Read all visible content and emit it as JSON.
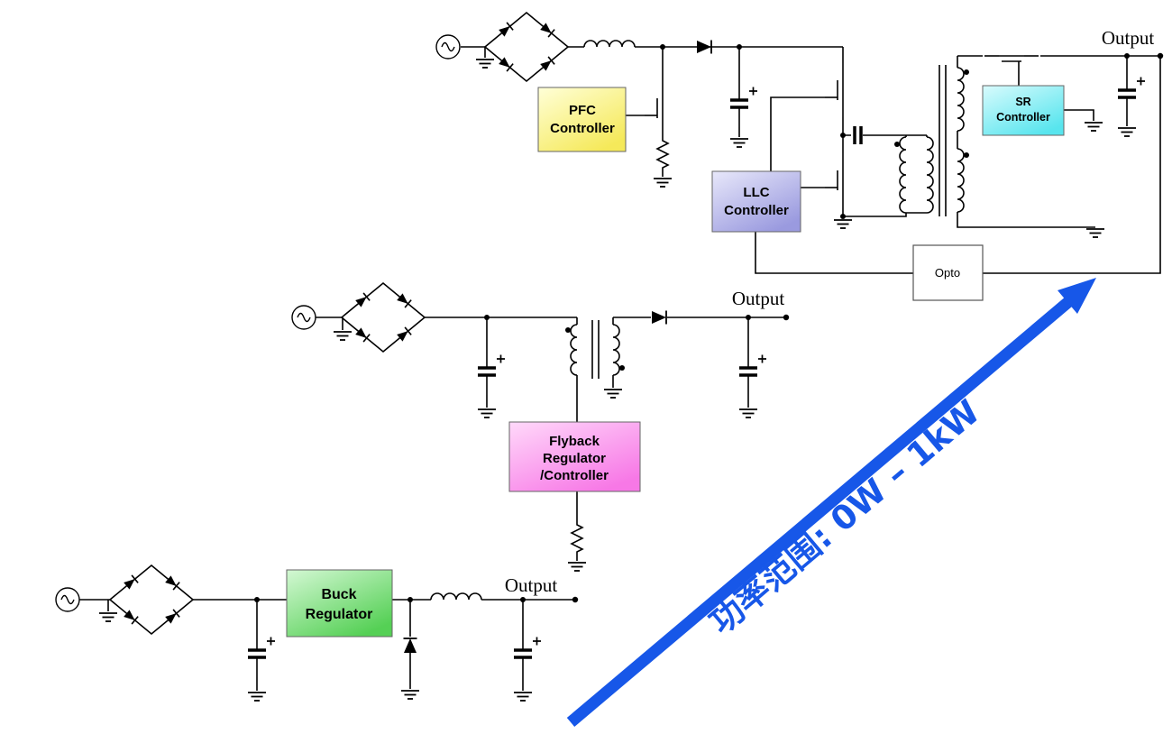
{
  "colors": {
    "arrow": "#1757E8",
    "pfc_box": "#F8F06A",
    "llc_box": "#9E9EE0",
    "sr_box": "#5FE8EF",
    "flyback_box": "#F87FE8",
    "buck_box": "#5FD45F",
    "opto_box": "#FFFFFF",
    "wire": "#000000"
  },
  "blocks": {
    "pfc": {
      "lines": [
        "PFC",
        "Controller"
      ]
    },
    "llc": {
      "lines": [
        "LLC",
        "Controller"
      ]
    },
    "sr": {
      "lines": [
        "SR",
        "Controller"
      ]
    },
    "flyback": {
      "lines": [
        "Flyback",
        "Regulator",
        "/Controller"
      ]
    },
    "buck": {
      "lines": [
        "Buck",
        "Regulator"
      ]
    },
    "opto": {
      "label": "Opto"
    }
  },
  "outputs": {
    "top": "Output",
    "middle": "Output",
    "bottom": "Output"
  },
  "arrow": {
    "label": "功率范围: 0W – 1kW"
  }
}
